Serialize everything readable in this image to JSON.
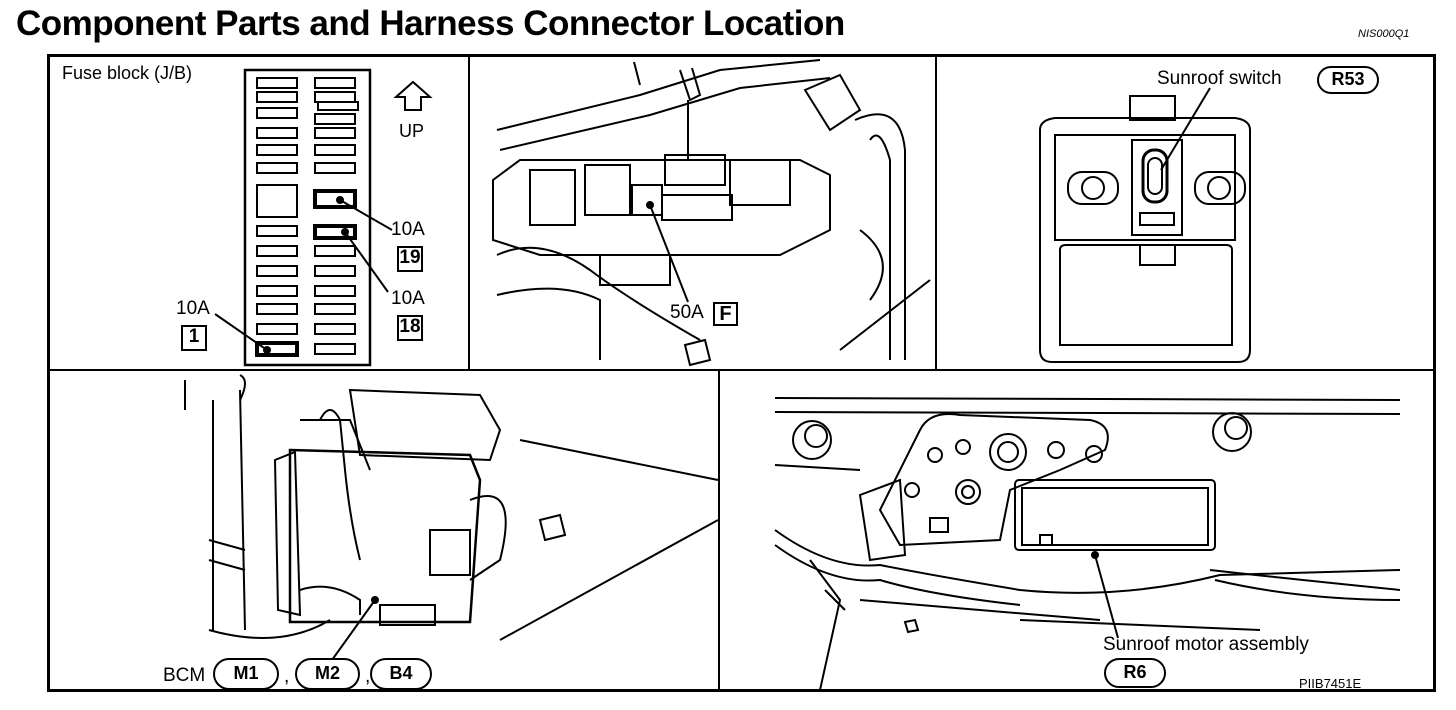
{
  "title": "Component Parts and Harness Connector Location",
  "doc_code": "NIS000Q1",
  "figure_code": "PIIB7451E",
  "panel_fuse": {
    "heading": "Fuse block (J/B)",
    "up_label": "UP",
    "fuse_a": {
      "amp": "10A",
      "number": "1"
    },
    "fuse_b": {
      "amp": "10A",
      "number": "19"
    },
    "fuse_c": {
      "amp": "10A",
      "number": "18"
    }
  },
  "panel_fusible": {
    "amp": "50A",
    "letter": "F"
  },
  "panel_sunroof_switch": {
    "label": "Sunroof switch",
    "connector": "R53"
  },
  "panel_bcm": {
    "label": "BCM",
    "connectors": [
      "M1",
      "M2",
      "B4"
    ],
    "separator": ","
  },
  "panel_motor": {
    "label": "Sunroof motor assembly",
    "connector": "R6"
  }
}
